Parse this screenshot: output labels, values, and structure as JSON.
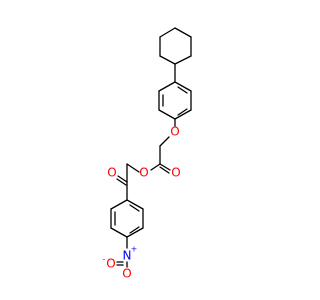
{
  "molecule": {
    "atoms": [
      {
        "label": "O",
        "color": "#ff0000"
      },
      {
        "label": "O",
        "color": "#ff0000"
      },
      {
        "label": "O",
        "color": "#ff0000"
      },
      {
        "label": "O",
        "color": "#ff0000"
      },
      {
        "label": "N",
        "color": "#0000ff",
        "charge": "+"
      },
      {
        "label": "O",
        "color": "#ff0000",
        "charge": "-"
      },
      {
        "label": "O",
        "color": "#ff0000"
      }
    ],
    "colors": {
      "bond": "#000000",
      "oxygen": "#ff0000",
      "nitrogen": "#0000ff"
    }
  }
}
